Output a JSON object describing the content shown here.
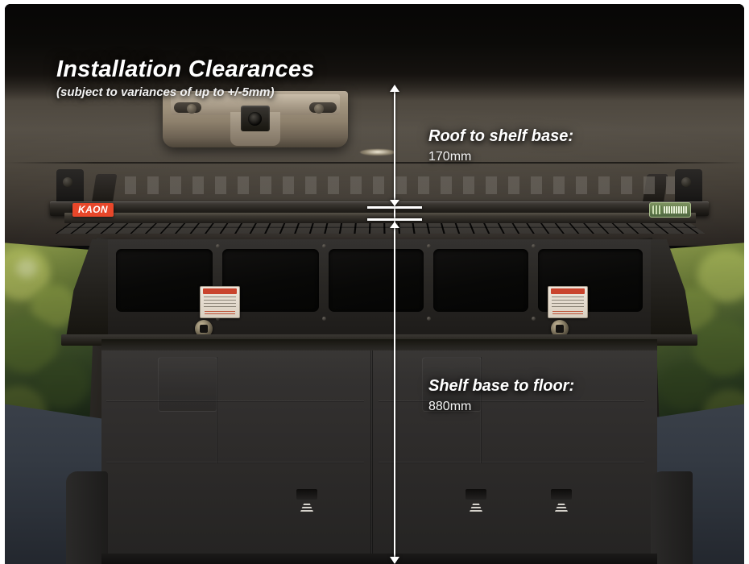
{
  "title": "Installation Clearances",
  "subtitle": "(subject to variances of up to +/-5mm)",
  "callouts": [
    {
      "id": "roof-to-shelf",
      "heading": "Roof to shelf base:",
      "value": "170mm"
    },
    {
      "id": "shelf-to-floor",
      "heading": "Shelf base to floor:",
      "value": "880mm"
    }
  ],
  "brand": {
    "logo_text": "KAON",
    "logo_color": "#e8472a",
    "compliance_badge": "australian-made-badge"
  },
  "measurements": {
    "roof_to_shelf_base_mm": 170,
    "shelf_base_to_floor_mm": 880,
    "tolerance": "+/-5mm",
    "units": "mm"
  },
  "colors": {
    "accent": "#e8472a",
    "annotation_line": "#ffffff",
    "text": "#ffffff",
    "headliner": "#565047",
    "barrier": "#2a2825",
    "seat": "#333130",
    "foliage": "#7d9242"
  },
  "scene": {
    "subject": "vehicle-cargo-area-roof-shelf",
    "components": [
      "roof-shelf",
      "cargo-barrier",
      "rear-seat-backs",
      "roof-console-camera",
      "dome-light"
    ]
  }
}
